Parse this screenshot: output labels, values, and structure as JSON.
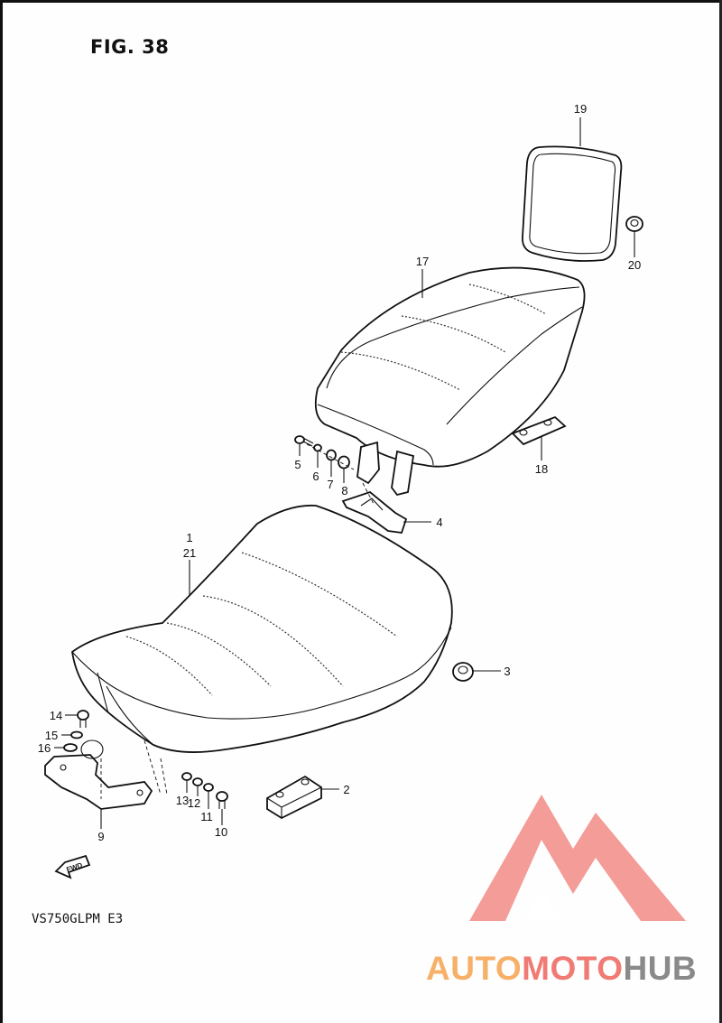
{
  "figure": {
    "title": "FIG. 38",
    "model_code": "VS750GLPM E3"
  },
  "colors": {
    "line": "#111111",
    "watermark_red": "#f07b74",
    "watermark_orange": "#f7b068",
    "watermark_gray": "#8a8a8a"
  },
  "callouts": [
    {
      "id": "1",
      "text": "1"
    },
    {
      "id": "21",
      "text": "21"
    },
    {
      "id": "2",
      "text": "2"
    },
    {
      "id": "3",
      "text": "3"
    },
    {
      "id": "4",
      "text": "4"
    },
    {
      "id": "5",
      "text": "5"
    },
    {
      "id": "6",
      "text": "6"
    },
    {
      "id": "7",
      "text": "7"
    },
    {
      "id": "8",
      "text": "8"
    },
    {
      "id": "9",
      "text": "9"
    },
    {
      "id": "10",
      "text": "10"
    },
    {
      "id": "11",
      "text": "11"
    },
    {
      "id": "12",
      "text": "12"
    },
    {
      "id": "13",
      "text": "13"
    },
    {
      "id": "14",
      "text": "14"
    },
    {
      "id": "15",
      "text": "15"
    },
    {
      "id": "16",
      "text": "16"
    },
    {
      "id": "17",
      "text": "17"
    },
    {
      "id": "18",
      "text": "18"
    },
    {
      "id": "19",
      "text": "19"
    },
    {
      "id": "20",
      "text": "20"
    }
  ],
  "fwd_label": "FWD",
  "watermark": {
    "part1": "AUTO",
    "part2": "MOTO",
    "part3": "HUB"
  }
}
